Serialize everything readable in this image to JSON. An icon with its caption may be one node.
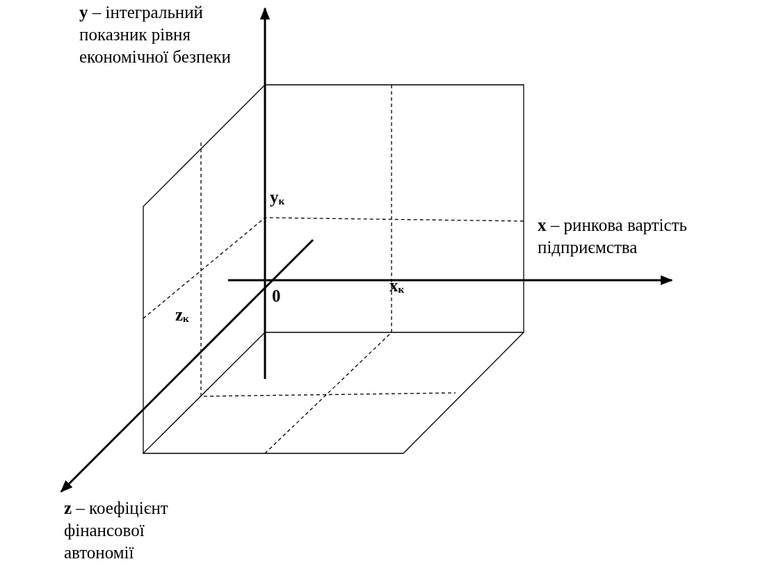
{
  "diagram": {
    "labels": [
      "**y** – інтегральний показник рівня економічної безпеки",
      "y$_{к}$",
      "**x** – ринкова вартість підприємства",
      "x$_{к}$",
      "0",
      "z$_{к}$",
      "**z** – коефіцієнт фінансової автономії"
    ]
  }
}
